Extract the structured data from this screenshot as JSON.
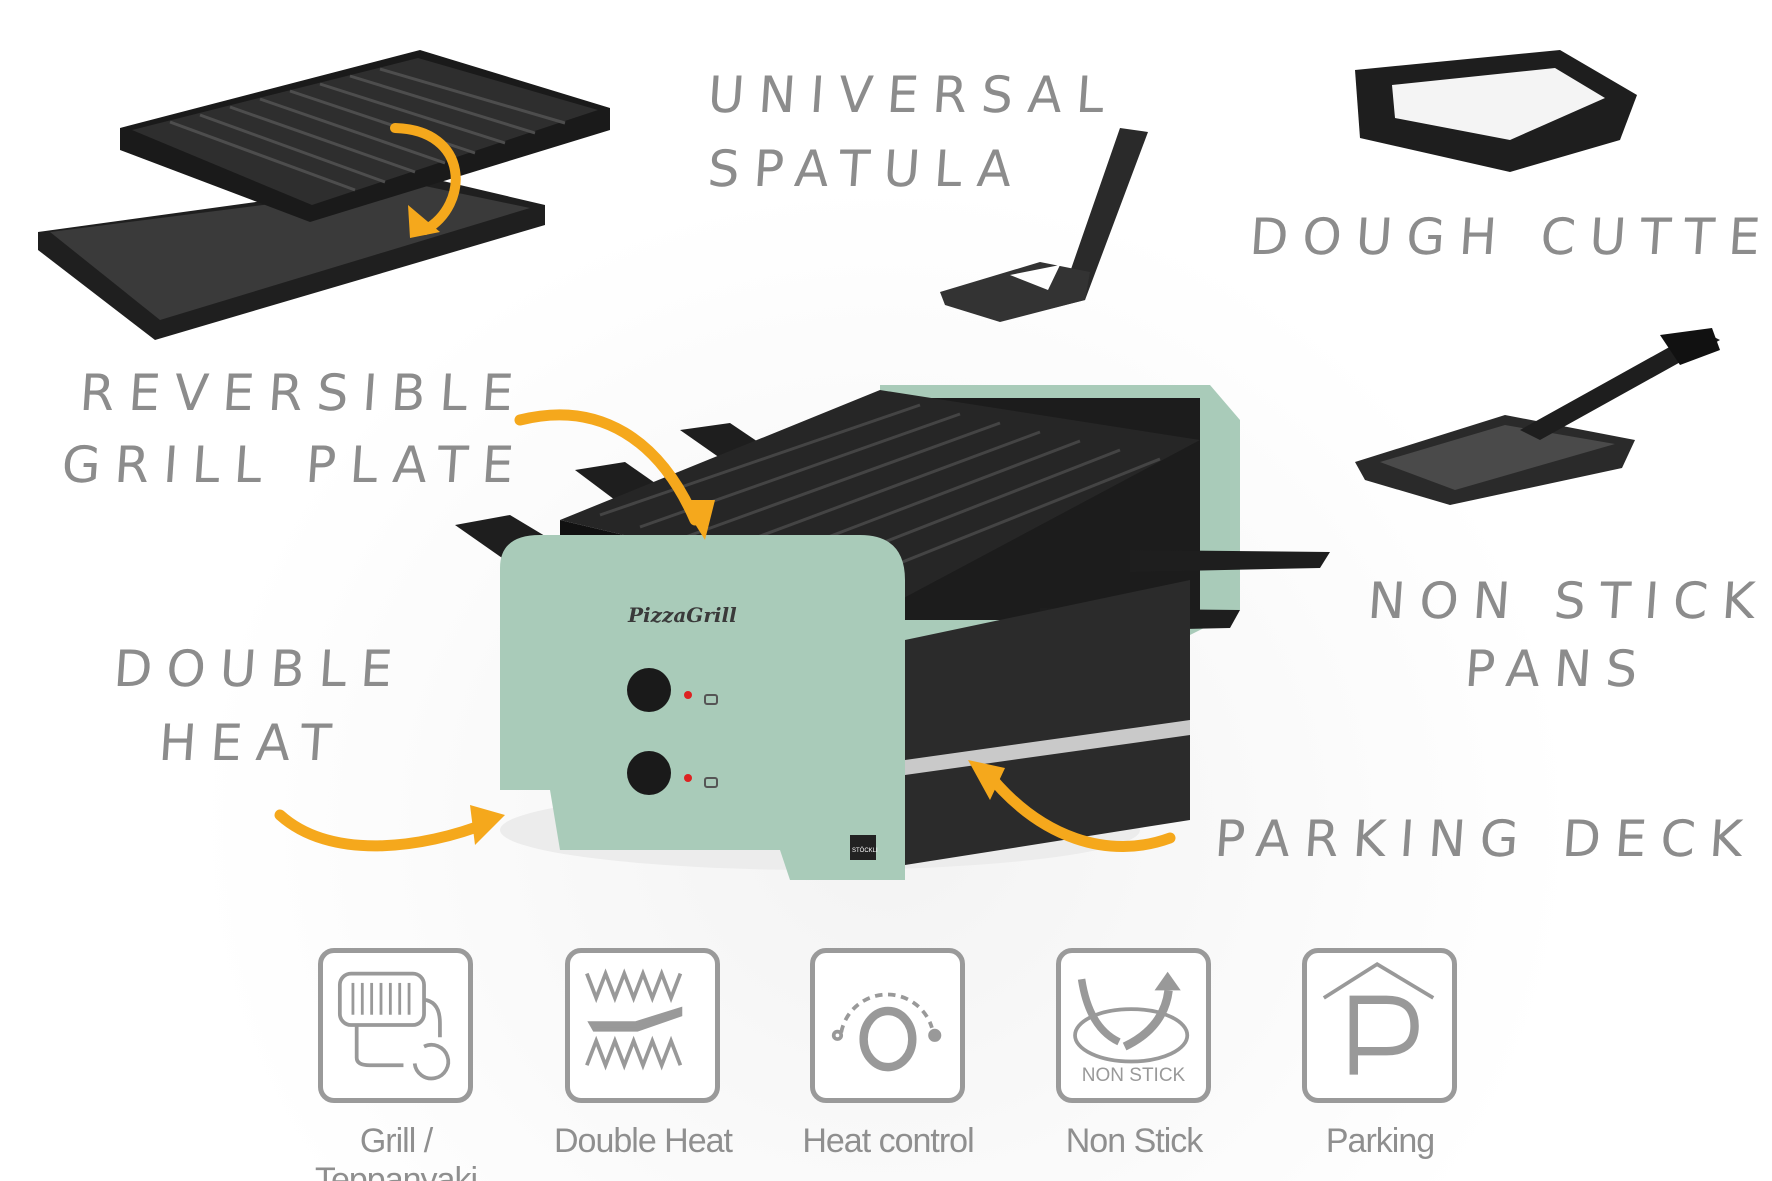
{
  "callouts": {
    "universal_spatula": [
      "UNIVERSAL",
      "SPATULA"
    ],
    "dough_cutter": "DOUGH CUTTER",
    "reversible_grill_plate": [
      "REVERSIBLE",
      "GRILL PLATE"
    ],
    "non_stick_pans": [
      "NON STICK",
      "PANS"
    ],
    "double_heat": [
      "DOUBLE",
      "HEAT"
    ],
    "parking_deck": "PARKING DECK"
  },
  "product": {
    "brand_logo": "PizzaGrill",
    "maker_badge": "STÖCKLI",
    "body_color": "#a9cbb9",
    "accent_color": "#f5a81c"
  },
  "features": [
    {
      "icon": "grill-teppanyaki-icon",
      "label": "Grill / Teppanyaki"
    },
    {
      "icon": "double-heat-icon",
      "label": "Double Heat"
    },
    {
      "icon": "heat-control-icon",
      "label": "Heat control"
    },
    {
      "icon": "non-stick-icon",
      "label": "Non Stick",
      "icon_text": "NON STICK"
    },
    {
      "icon": "parking-icon",
      "label": "Parking"
    }
  ]
}
